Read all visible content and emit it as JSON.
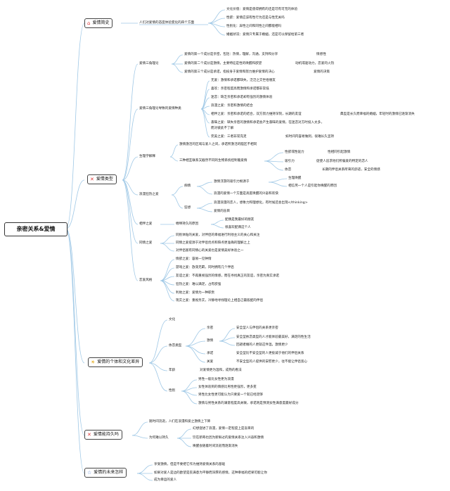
{
  "root": "亲密关系&爱情",
  "colors": {
    "branch_line": "#9fc8e6",
    "topic_border": "#444444",
    "root_border": "#333333"
  },
  "icons": [
    "home-icon",
    "tool-icon",
    "sun-icon",
    "tool-icon",
    "star-icon"
  ],
  "topics": {
    "t1": "爱情简史",
    "t2": "爱情类型",
    "t3": "爱情的个体和文化差异",
    "t4": "爱情能持久吗",
    "t5": "爱情的未来怎样"
  },
  "b1": {
    "intro": "人们对爱情的态度体验变化的四个方面",
    "items": [
      "文化价值：爱情是值得拥有的还是可有可无的体验",
      "性欲：爱情应该有性行为还是与性无关吗",
      "性别化：异性之间和同性之间都能相吗",
      "婚姻状况：爱情只专属于婚姻，还是可以保留给第三者"
    ]
  },
  "b2": {
    "triangle": {
      "label": "爱情三角理论",
      "items": [
        "爱情的第一个成分是亲密，包括：热情，理解，沟通，支持和分享",
        "爱情的第二个成分是激情，主要特征是性的唤醒和欲望",
        "爱情的第三个成分是承诺，指投身于爱情和努力维护爱情的决心"
      ],
      "tags": [
        "情感性",
        "动机或驱动力，恋爱的火热",
        "爱情的决策"
      ]
    },
    "types": {
      "label": "爱情三角理论导致的爱情种类",
      "items": [
        "无爱：激情和承诺都缺失，泛泛之交世俗朋友",
        "喜欢：亲密程度高而激情和承诺都非常低",
        "迷恋：缺乏亲密和承诺却有强烈的激情体验",
        "浪漫之爱：亲密和激情的结合",
        "相伴之爱：亲密和承诺的结合，双方努力维持深刻，长期的友谊",
        "愚昧之爱：缺失亲密的激情和承诺会产生愚昧的爱情，在迷恋对方时投入太多，",
        "而对彼此不了解",
        "完美之爱：三者非常充足"
      ],
      "tags": [
        "典型是长久而幸福的婚姻，年轻时的激情已逐渐消失",
        "如时间内容易做到，很难长久坚持"
      ]
    },
    "bio": {
      "label": "生理学解释",
      "items": [
        "激情激活的区域与爱人之间，承诺所激活的脑区不相同",
        "三种相互联系又截然不同的生物系统控制着爱情"
      ],
      "sub": [
        "性欲或性驱力",
        "吸引力",
        "依恋"
      ],
      "subtags": [
        "性相同引起激情",
        "促使人追求他们所偏爱的特定的恋人",
        "长期的伴侣关系所来的舒适，安全的情感"
      ]
    },
    "romantic": {
      "label": "浪漫狂热之爱",
      "passion": "痴情",
      "passion_items": [
        "激情浮游的吸引力根源于",
        "浪漫的爱情一个方面是高度唤醒的兴奋和欢快"
      ],
      "passion_sub": [
        "生理唤醒",
        "相信另一个人是引起你唤醒的原因"
      ],
      "fantasy": "狂想",
      "fantasy_items": [
        "浪漫浪漫的恋人，想象力和理想化，有时候还会出现</thinking>",
        "爱情的盲目"
      ]
    },
    "lasting": {
      "label": "相伴之爱",
      "sub": "缠绵持久的原因",
      "items": [
        "配偶是我最好的朋友",
        "很喜欢配偶这个人"
      ]
    },
    "compassion": {
      "label": "同情之爱",
      "items": [
        "同别体贴的关爱，对伴侣的幸福进行利他主义的关心和关注",
        "同情之爱提源于对伴侣优点和缺点更准确的理解之上",
        "对伴侣富有同情心的关爱也是爱情美好体验之一"
      ]
    },
    "styles": {
      "label": "恋爱风格",
      "items": [
        "情欲之爱：容易一见钟情",
        "游戏之爱：放荡无羁，同时拥有几个伴侣",
        "友谊之爱：不再重视强烈的情感，而在寻找真正的友谊，亲密为真实承诺",
        "狂热之爱：难以满足，占有欲强",
        "利他之爱：爱情为一种职责",
        "现实之爱：重视务实，冷静地寻找理论上相自己最般配的伴侣"
      ]
    }
  },
  "b3": {
    "culture": "文化",
    "attach": {
      "label": "依恋类型",
      "types": [
        "亲密",
        "激情",
        "承诺",
        "关爱"
      ],
      "items": [
        "安全型人与伴侣的关系更亲密",
        "安全型依恋类型的人才能体验最美好，满足的性生活",
        "回避者婚的人更就这件温，激情更少",
        "安全型比不安全型的人更投诚于他们的伴侣关系",
        "不安全型的人提供的安慰更少，往不能让伴侣宽心"
      ]
    },
    "age": {
      "label": "年龄",
      "text": "对爱情更为温和，成熟的看法"
    },
    "gender": {
      "label": "性别",
      "items": [
        "男性一般比女性更为浪漫",
        "女性体验到的情感比男性更强烈，更多变",
        "男性比女性更可能认为只要爱一个就已经足够",
        "激情与男性关系的满意程度高关联，承诺则是预测女性满意度最好成分"
      ]
    }
  },
  "b4": {
    "intro": "随时间流逝，人们在浪漫和爱之激情上下降",
    "why": "为何难以持久",
    "items": [
      "幻想促进了浪漫，爱情一定程度上是盲目的",
      "饮在新奇也因为新鲜过的爱情关系注入兴奋和激情",
      "唤醒会随着时间流逝而逐渐消失"
    ]
  },
  "b5": {
    "items": [
      "享受激情，但是不要把它作为维持爱情关系的基础",
      "如果对爱人是边的欧望是丧满意为平静而深厚的感情，这种幸福的结果可能让你",
      "成为幸运的爱人"
    ]
  }
}
